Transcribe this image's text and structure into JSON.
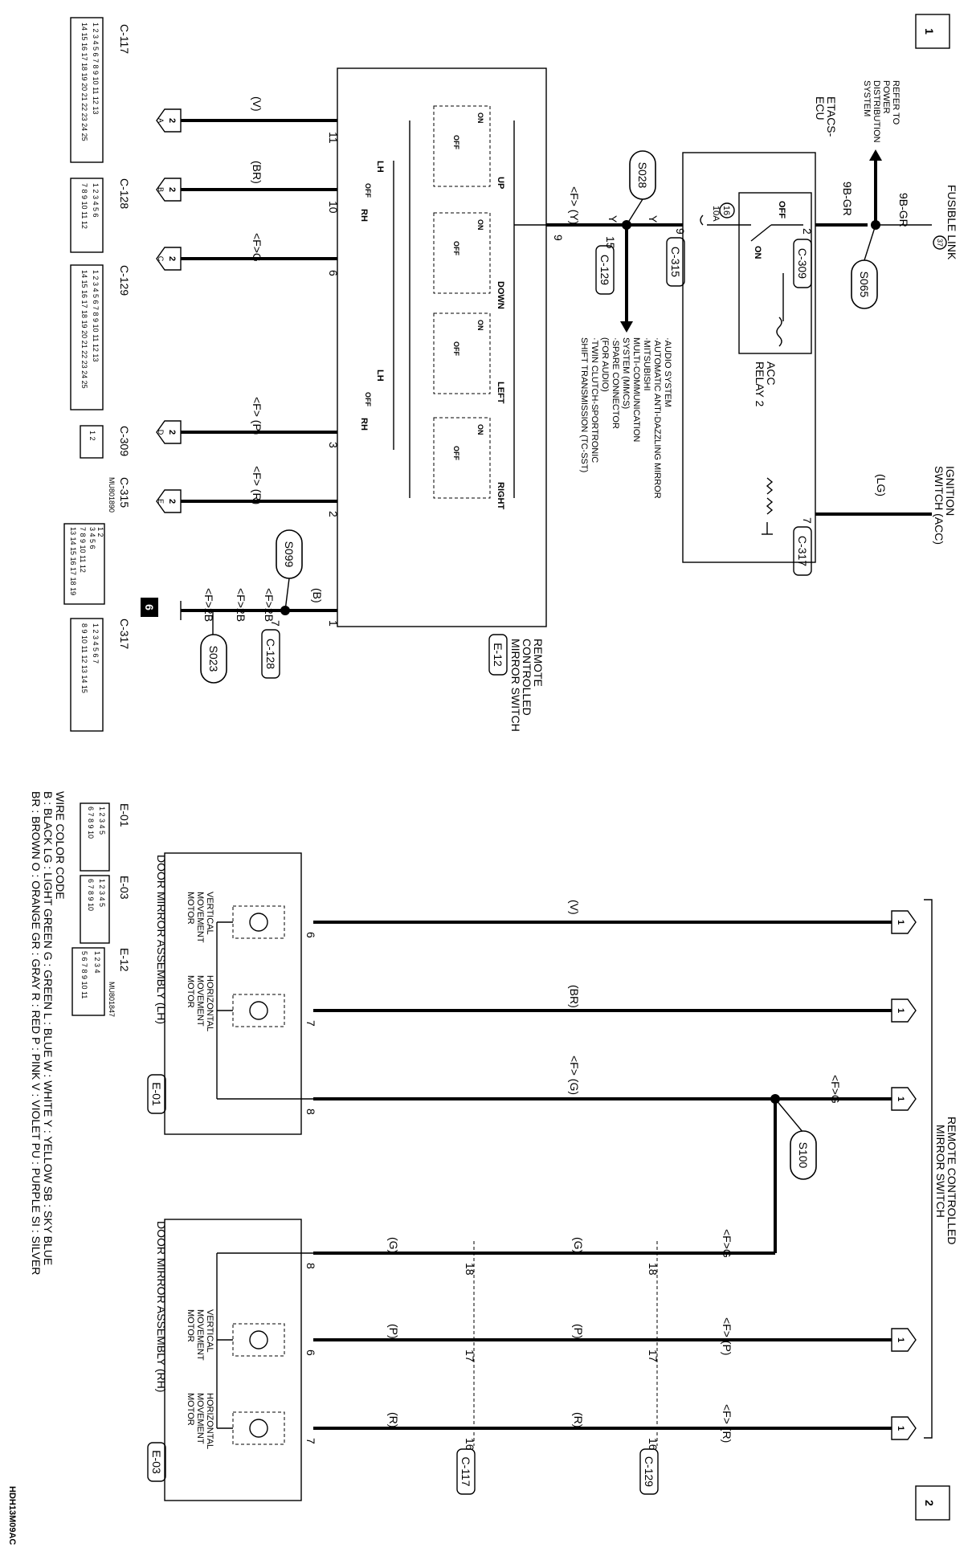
{
  "page_numbers": {
    "first": "1",
    "second": "2"
  },
  "drawing_code": "HDH13M09AC",
  "wire_color_code": {
    "title": "WIRE COLOR CODE",
    "row1": "B : BLACK   LG : LIGHT GREEN   G : GREEN   L : BLUE   W : WHITE   Y : YELLOW   SB : SKY BLUE",
    "row2": "BR : BROWN   O : ORANGE   GR : GRAY   R : RED   P : PINK   V : VIOLET   PU : PURPLE   SI : SILVER"
  },
  "power": {
    "fusible_link": "FUSIBLE LINK",
    "fusible_num": "37",
    "refer_to": "REFER TO",
    "power_dist1": "POWER",
    "power_dist2": "DISTRIBUTION",
    "power_dist3": "SYSTEM",
    "wire_9bgr_a": "9B-GR",
    "wire_9bgr_b": "9B-GR",
    "s065": "S065",
    "etacs1": "ETACS-",
    "etacs2": "ECU",
    "pin_2": "2",
    "c309": "C-309",
    "off": "OFF",
    "on": "ON",
    "fuse_num": "16",
    "fuse_amp": "10A",
    "acc_relay1": "ACC",
    "acc_relay2": "RELAY 2",
    "pin_9": "9",
    "c315": "C-315",
    "y_label": "Y",
    "y_label2": "Y",
    "s028": "S028",
    "pin_15": "15",
    "c129": "C-129",
    "f_y": "<F> (Y)",
    "pin_9b": "9",
    "ignition1": "IGNITION",
    "ignition2": "SWITCH (ACC)",
    "lg": "(LG)",
    "pin_7": "7",
    "c317": "C-317"
  },
  "audio_list": [
    "·AUDIO SYSTEM",
    "·AUTOMATIC ANTI-DAZZLING MIRROR",
    "·MITSUBISHI",
    "MULTI-COMMUNICATION",
    "SYSTEM (MMCS)",
    "·SPARE CONNECTOR",
    "(FOR AUDIO)",
    "·TWIN CLUTCH-SPORTRONIC",
    "SHIFT TRANSMISSION (TC-SST)"
  ],
  "switch": {
    "name1": "REMOTE",
    "name2": "CONTROLLED",
    "name3": "MIRROR SWITCH",
    "conn": "E-12",
    "lh": "LH",
    "rh": "RH",
    "off": "OFF",
    "on": "ON",
    "up": "UP",
    "down": "DOWN",
    "left": "LEFT",
    "right": "RIGHT",
    "pin_11": "11",
    "pin_10": "10",
    "pin_6": "6",
    "pin_3": "3",
    "pin_2": "2",
    "pin_1": "1"
  },
  "top_wires": {
    "v": "(V)",
    "br": "(BR)",
    "fg": "<F>G",
    "fp": "<F> (P)",
    "fr": "<F> (R)",
    "b": "(B)",
    "s099": "S099",
    "f2b_a": "<F>2B",
    "f2b_b": "<F>2B",
    "f2b_c": "<F>2B",
    "pin_7": "7",
    "c128": "C-128",
    "s023": "S023",
    "ground_label": "6"
  },
  "left_connectors": {
    "c117": "C-117",
    "c128": "C-128",
    "c129": "C-129",
    "c309": "C-309",
    "c315": "C-315",
    "c317": "C-317",
    "mu801890": "MU801890",
    "c117_row1": "1 2 3 4 5 6 7 8 9 10 11 12 13",
    "c117_row2": "14 15 16 17 18 19 20 21 22 23 24 25",
    "c128_row1": "1 2 3 4 5 6",
    "c128_row2": "7 8 9 10 11 12",
    "c309_pins": "1 2",
    "c315_row1": "1 2",
    "c315_row2": "3 4 5 6",
    "c315_row3": "7 8 9 10 11 12",
    "c315_row4": "13 14 15 16 17 18 19",
    "c317_row1": "1 2 3 4 5 6 7",
    "c317_row2": "8 9 10 11 12 13 14 15"
  },
  "off_page": [
    "2",
    "2",
    "2",
    "2",
    "2"
  ],
  "off_page_letters": [
    "A",
    "B",
    "C",
    "D",
    "E"
  ],
  "bottom": {
    "title1": "REMOTE CONTROLLED",
    "title2": "MIRROR SWITCH",
    "in_pages": [
      "1",
      "1",
      "1",
      "1",
      "1"
    ],
    "v": "(V)",
    "br": "(BR)",
    "fg": "<F> (G)",
    "fg2": "<F>G",
    "fg3": "<F>G",
    "s100": "S100",
    "fp": "<F> (P)",
    "fr": "<F> (R)",
    "g1": "(G)",
    "g2": "(G)",
    "p1": "(P)",
    "p2": "(P)",
    "r1": "(R)",
    "r2": "(R)",
    "pin18a": "18",
    "pin18b": "18",
    "pin17a": "17",
    "pin17b": "17",
    "pin16a": "16",
    "pin16b": "16",
    "c117": "C-117",
    "c129": "C-129",
    "lh_pin6": "6",
    "lh_pin7": "7",
    "lh_pin8": "8",
    "rh_pin8": "8",
    "rh_pin6": "6",
    "rh_pin7": "7",
    "lh_assy": "DOOR MIRROR ASSEMBLY (LH)",
    "lh_conn": "E-01",
    "rh_assy": "DOOR MIRROR ASSEMBLY (RH)",
    "rh_conn": "E-03",
    "vert1": "VERTICAL",
    "vert2": "MOVEMENT",
    "vert3": "MOTOR",
    "horiz1": "HORIZONTAL",
    "horiz2": "MOVEMENT",
    "horiz3": "MOTOR",
    "e01": "E-01",
    "e03": "E-03",
    "e12": "E-12",
    "mu801847": "MU801847",
    "e01_row1": "1 2 3 4 5",
    "e01_row2": "6 7 8 9 10",
    "e12_row1": "1 2 3 4",
    "e12_row2": "5 6 7 8 9 10 11"
  }
}
